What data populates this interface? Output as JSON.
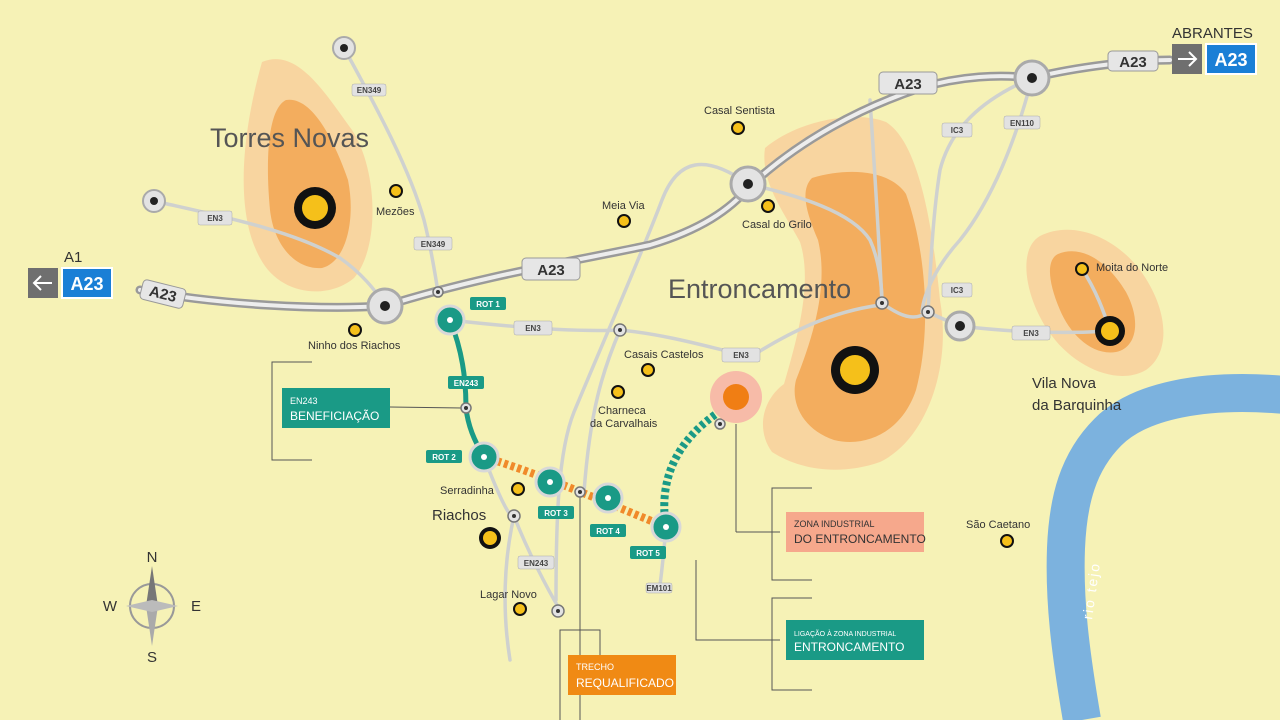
{
  "cities": {
    "torres_novas": "Torres Novas",
    "entroncamento": "Entroncamento",
    "riachos": "Riachos",
    "vila_nova_line1": "Vila Nova",
    "vila_nova_line2": "da Barquinha"
  },
  "places": {
    "casal_sentista": "Casal Sentista",
    "mezoes": "Mezões",
    "meia_via": "Meia Via",
    "casal_do_grilo": "Casal do Grilo",
    "ninho_dos_riachos": "Ninho dos Riachos",
    "casais_castelos": "Casais Castelos",
    "charneca_line1": "Charneca",
    "charneca_line2": "da Carvalhais",
    "serradinha": "Serradinha",
    "lagar_novo": "Lagar Novo",
    "moita_do_norte": "Moita do Norte",
    "sao_caetano": "São Caetano"
  },
  "roads": {
    "a23": "A23",
    "en3": "EN3",
    "en349": "EN349",
    "en243": "EN243",
    "en110": "EN110",
    "ic3": "IC3",
    "em101": "EM101"
  },
  "roundabouts": {
    "rot1": "ROT 1",
    "rot2": "ROT 2",
    "rot3": "ROT 3",
    "rot4": "ROT 4",
    "rot5": "ROT 5"
  },
  "signs": {
    "abrantes": "ABRANTES",
    "a1": "A1",
    "a23": "A23"
  },
  "boxes": {
    "benef_line1": "EN243",
    "benef_line2": "BENEFICIAÇÃO",
    "zona_line1": "ZONA INDUSTRIAL",
    "zona_line2": "DO ENTRONCAMENTO",
    "lig_line1": "LIGAÇÃO À ZONA INDUSTRIAL",
    "lig_line2": "ENTRONCAMENTO",
    "trecho_line1": "TRECHO",
    "trecho_line2": "REQUALIFICADO"
  },
  "compass": {
    "n": "N",
    "s": "S",
    "e": "E",
    "w": "W"
  },
  "river": "rio tejo",
  "colors": {
    "background": "#f6f2b6",
    "urban_outer": "#f8d5a0",
    "urban_inner": "#f3ad5e",
    "green_route": "#1a9a86",
    "orange_route": "#f08a2a",
    "river": "#7cb2de",
    "sign_blue": "#1a7fd6"
  }
}
